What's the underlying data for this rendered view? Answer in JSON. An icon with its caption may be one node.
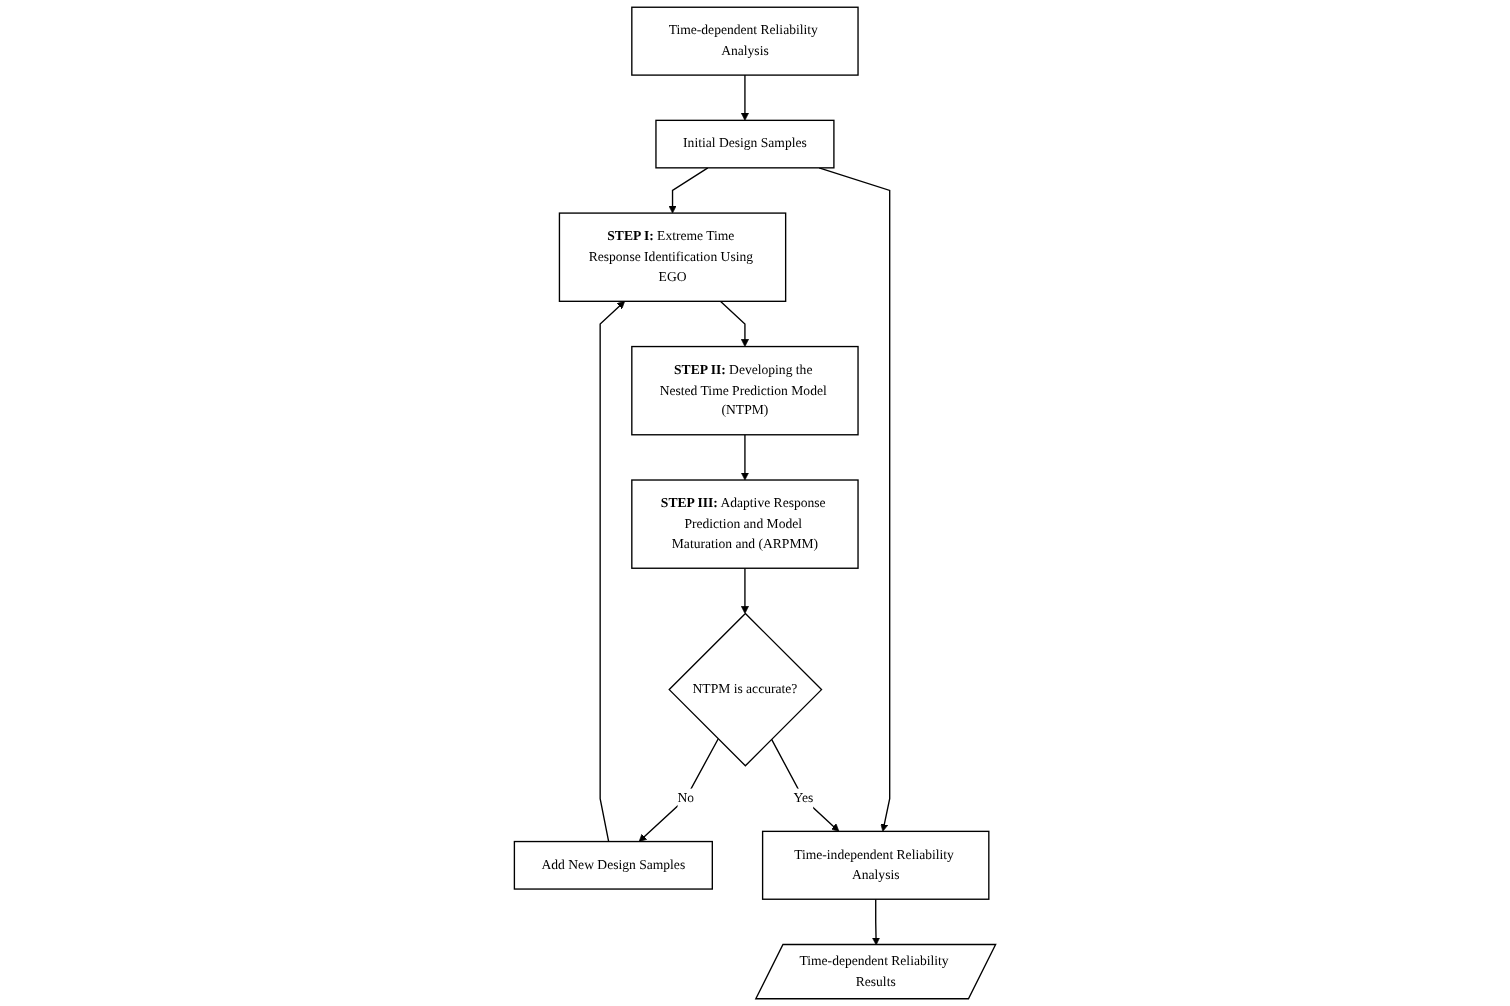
{
  "diagram": {
    "nodes": [
      {
        "text": [
          "Time-dependent Reliability Analysis"
        ]
      },
      {
        "text": [
          "Initial Design Samples"
        ]
      },
      {
        "text": [
          "**STEP I:** Extreme Time Response Identification Using EGO"
        ]
      },
      {
        "text": [
          "**STEP II:** Developing the Nested Time Prediction Model (NTPM)"
        ]
      },
      {
        "text": [
          "**STEP III:** Adaptive Response Prediction and Model Maturation and (ARPMM)"
        ]
      },
      {
        "text": [
          "NTPM is accurate?"
        ]
      },
      {
        "text": [
          "Add New Design Samples"
        ]
      },
      {
        "text": [
          "Time-independent Reliability Analysis"
        ]
      },
      {
        "text": [
          "Time-dependent Reliability Results"
        ]
      }
    ],
    "edges": [
      {
        "from": 0,
        "to": 1,
        "arrow": "to"
      },
      {
        "from": 1,
        "to": 2,
        "arrow": "to"
      },
      {
        "from": 2,
        "to": 3,
        "arrow": "to"
      },
      {
        "from": 3,
        "to": 4,
        "arrow": "to"
      },
      {
        "from": 4,
        "to": 5,
        "arrow": "to"
      },
      {
        "from": 5,
        "to": 6,
        "label": "No",
        "arrow": "to"
      },
      {
        "from": 6,
        "to": 2,
        "arrow": "to"
      },
      {
        "from": 1,
        "to": 7,
        "arrow": "to"
      },
      {
        "from": 5,
        "to": 7,
        "label": "Yes",
        "arrow": "to"
      },
      {
        "from": 7,
        "to": 8,
        "arrow": "to"
      }
    ]
  }
}
